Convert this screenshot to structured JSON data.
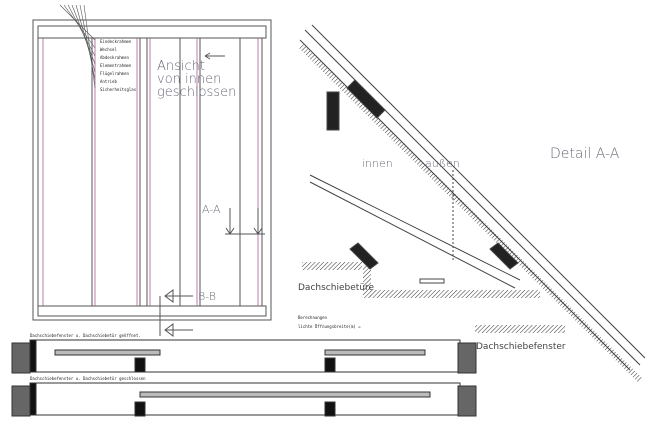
{
  "elevation": {
    "title_line1": "Ansicht",
    "title_line2": "von innen",
    "title_line3": "geschlossen",
    "legend": [
      "Eindeckrahmen",
      "Wechsel",
      "Abdeckrahmen",
      "Elementrahmen",
      "Flügelrahmen",
      "Antrieb",
      "Sicherheitsglas"
    ],
    "section_a": "A-A",
    "section_b": "B-B"
  },
  "detail": {
    "title": "Detail A-A",
    "inside": "innen",
    "outside": "außen",
    "door_label": "Dachschiebetüre",
    "window_label": "Dachschiebefenster",
    "calc_title": "Berechnungen",
    "calc_line": "lichte Öffnungsbreite(m) ="
  },
  "plans": {
    "open_caption": "Dachschiebefenster u. Dachschiebetür geöffnet.",
    "closed_caption": "Dachschiebefenster u. Dachschiebetür geschlossen"
  },
  "colors": {
    "line": "#555555",
    "accent": "#b05a9a",
    "hatch": "#333333"
  }
}
